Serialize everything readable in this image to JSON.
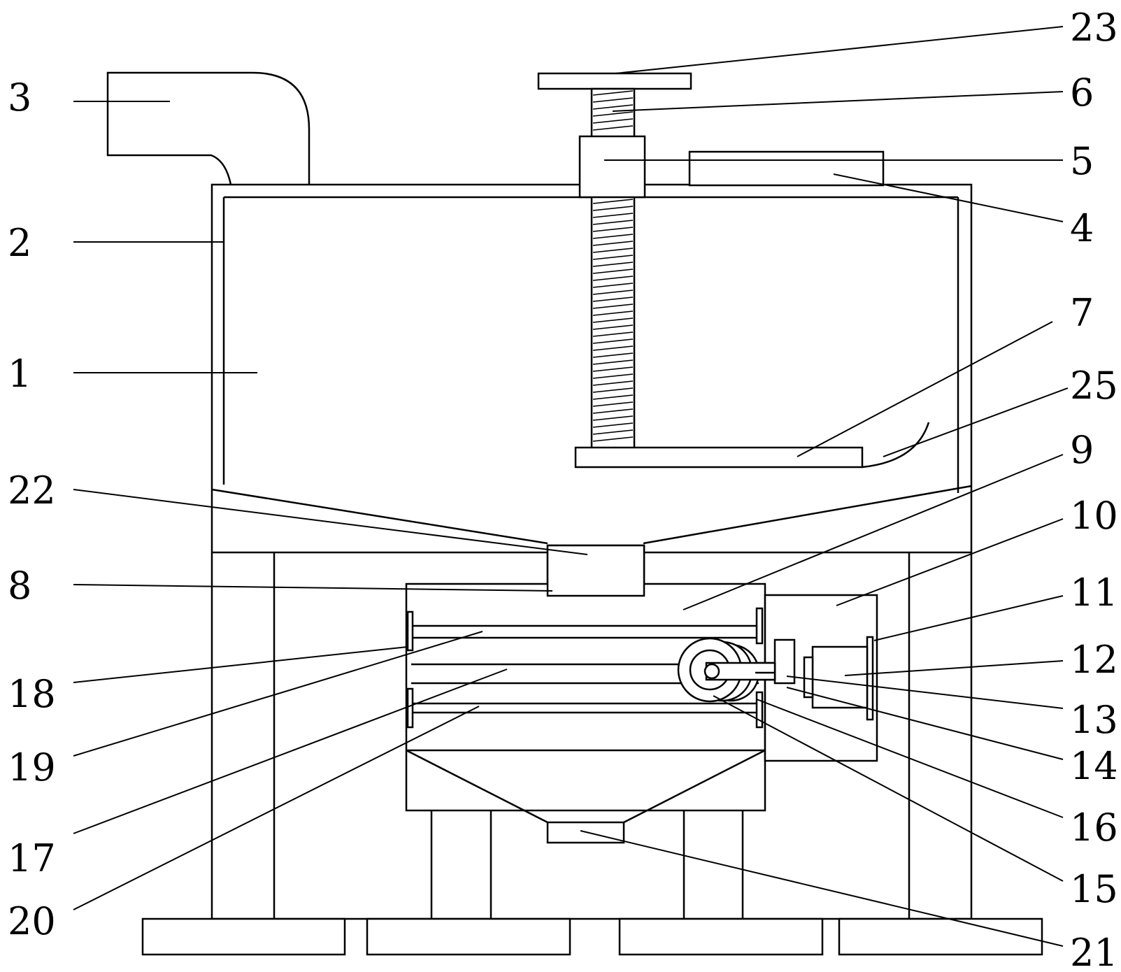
{
  "labels": {
    "l1": "1",
    "l2": "2",
    "l3": "3",
    "l4": "4",
    "l5": "5",
    "l6": "6",
    "l7": "7",
    "l8": "8",
    "l9": "9",
    "l10": "10",
    "l11": "11",
    "l12": "12",
    "l13": "13",
    "l14": "14",
    "l15": "15",
    "l16": "16",
    "l17": "17",
    "l18": "18",
    "l19": "19",
    "l20": "20",
    "l21": "21",
    "l22": "22",
    "l23": "23",
    "l25": "25"
  },
  "colors": {
    "stroke": "#000000",
    "background": "#ffffff"
  }
}
